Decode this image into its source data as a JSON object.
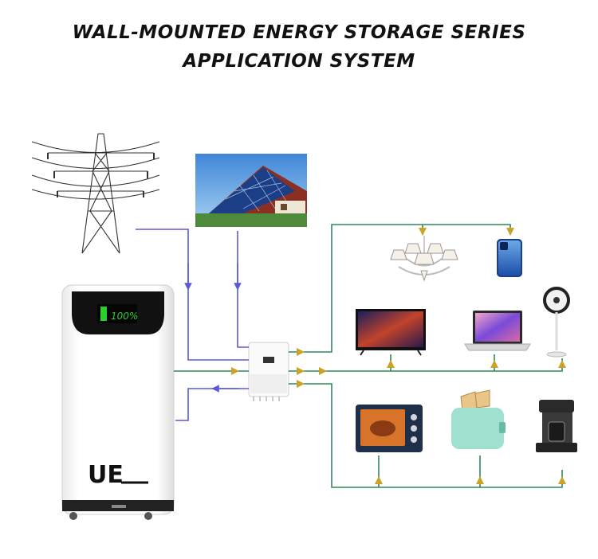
{
  "title": {
    "line1": "WALL-MOUNTED ENERGY STORAGE SERIES",
    "line2": "APPLICATION SYSTEM"
  },
  "battery": {
    "level_text": "100%",
    "brand": "UE",
    "level": 1.0
  },
  "colors": {
    "grid_solar_line": "#5a5ad8",
    "load_line": "#2f8a5a",
    "arrow": "#c9a227",
    "battery_display": "#2bd12b"
  },
  "icons": [
    "power-tower-icon",
    "solar-panel-icon",
    "battery-cabinet-icon",
    "inverter-icon",
    "chandelier-icon",
    "smartphone-icon",
    "television-icon",
    "laptop-icon",
    "fan-icon",
    "oven-icon",
    "toaster-icon",
    "coffee-maker-icon"
  ]
}
